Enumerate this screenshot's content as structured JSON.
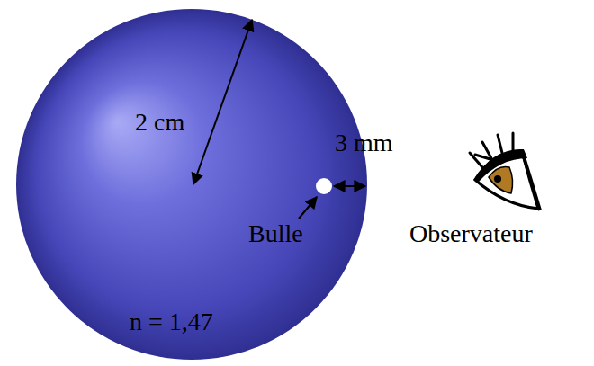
{
  "diagram": {
    "labels": [
      "2 cm",
      "3 mm",
      "Bulle",
      "Observateur",
      "n = 1,47"
    ]
  }
}
